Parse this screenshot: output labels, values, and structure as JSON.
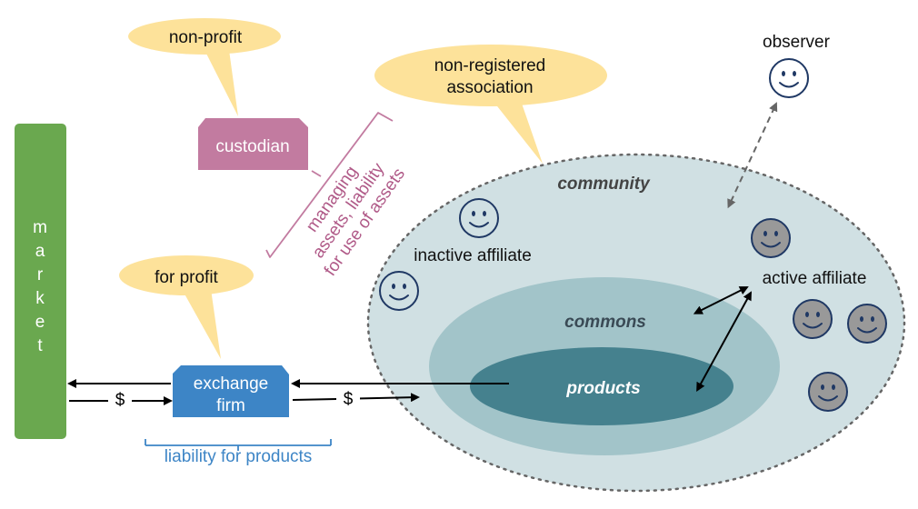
{
  "market": {
    "label": "market"
  },
  "custodian": {
    "label": "custodian",
    "tag": "non-profit"
  },
  "association": {
    "line1": "non-registered",
    "line2": "association"
  },
  "exchange_firm": {
    "line1": "exchange",
    "line2": "firm",
    "tag": "for profit"
  },
  "community": {
    "label": "community"
  },
  "commons": {
    "label": "commons"
  },
  "products": {
    "label": "products"
  },
  "roles": {
    "observer": "observer",
    "inactive": "inactive affiliate",
    "active": "active affiliate"
  },
  "annotations": {
    "custodian_duty_1": "managing",
    "custodian_duty_2": "assets, liability",
    "custodian_duty_3": "for use of assets",
    "firm_duty": "liability for products"
  },
  "flows": {
    "left_currency": "$",
    "right_currency": "$"
  },
  "colors": {
    "market": "#6aa84f",
    "custodian": "#c27ba0",
    "firm": "#3d85c6",
    "bubble": "#fde29a",
    "community": "#d0e0e3",
    "commons": "#a2c4c9",
    "products": "#45818e",
    "face_outline": "#1f3864",
    "active_face": "#999999"
  }
}
